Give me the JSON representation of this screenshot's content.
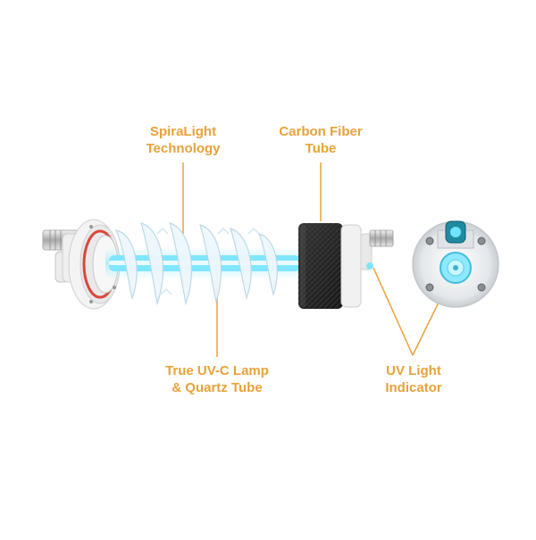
{
  "callouts": {
    "spiralight": {
      "line1": "SpiraLight",
      "line2": "Technology"
    },
    "carbon_fiber": {
      "line1": "Carbon Fiber",
      "line2": "Tube"
    },
    "uvc_lamp": {
      "line1": "True UV-C Lamp",
      "line2": "& Quartz Tube"
    },
    "uv_indicator": {
      "line1": "UV Light",
      "line2": "Indicator"
    }
  },
  "colors": {
    "callout_text": "#e8a23a",
    "leader_line": "#e8a23a",
    "uv_glow": "#6fe3ff",
    "carbon_body": "#2a2a2a",
    "seal_ring": "#d9473f"
  }
}
